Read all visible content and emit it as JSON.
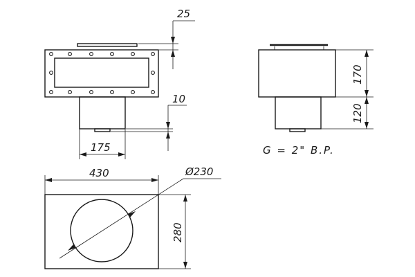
{
  "front_view": {
    "dim_top_flange": "25",
    "dim_bottom_flange": "10",
    "dim_body_width": "175"
  },
  "side_view": {
    "dim_upper_height": "170",
    "dim_lower_height": "120"
  },
  "note": {
    "thread": "G = 2\"  B.P."
  },
  "plan_view": {
    "dim_width": "430",
    "dim_diameter": "Ø230",
    "dim_depth": "280"
  }
}
